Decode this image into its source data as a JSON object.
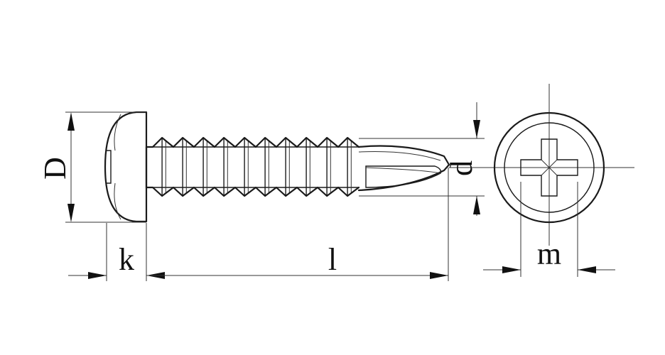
{
  "labels": {
    "D": "D",
    "k": "k",
    "l": "l",
    "d": "d",
    "m": "m"
  },
  "colors": {
    "line": "#1a1a1a",
    "background": "#ffffff"
  }
}
